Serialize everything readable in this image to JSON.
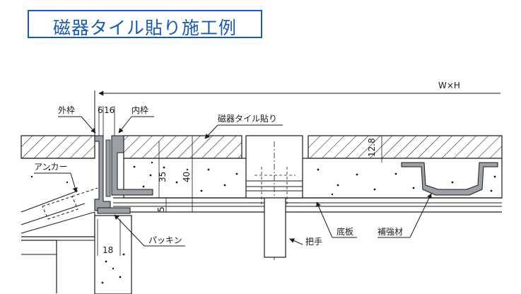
{
  "title": "磁器タイル貼り施工例",
  "labels": {
    "wxh": "W×H",
    "outer_frame": "外枠",
    "inner_frame": "内枠",
    "dim_6": "6",
    "dim_16": "16",
    "tile": "磁器タイル貼り",
    "anchor": "アンカー",
    "dim_35": "35",
    "dim_40": "40",
    "dim_5": "5",
    "dim_12_8": "12.8",
    "dim_18": "18",
    "packing": "パッキン",
    "handle": "把手",
    "bottom_plate": "底板",
    "reinforcement": "補強材"
  },
  "colors": {
    "title": "#1a5aa6",
    "frame_fill": "#9aa0a6",
    "line": "#1a1a1a"
  }
}
